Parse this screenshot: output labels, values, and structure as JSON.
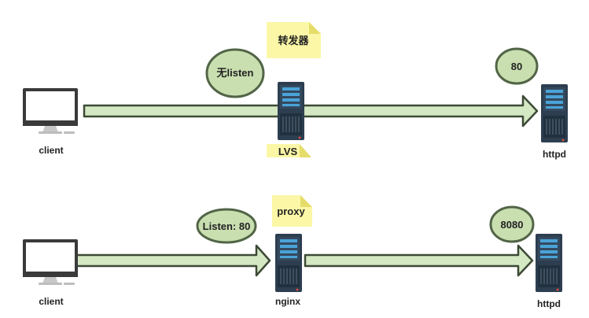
{
  "colors": {
    "arrow_fill": "#d5e8c4",
    "arrow_stroke": "#3d4a36",
    "bubble_fill": "#c9dfb0",
    "bubble_stroke": "#526547",
    "note_fill": "#fbf7a6",
    "server_body": "#2d3e50",
    "server_slot": "#4aa3d8",
    "monitor_frame": "#3a3a3a",
    "monitor_stand": "#c8c8c8"
  },
  "icons": {
    "client": "computer-monitor-icon",
    "server": "server-rack-icon"
  },
  "top_row": {
    "client_label": "client",
    "bubble_no_listen": "无listen",
    "note_forwarder": "转发器",
    "lvs_label": "LVS",
    "bubble_port": "80",
    "server_label": "httpd"
  },
  "bottom_row": {
    "client_label": "client",
    "bubble_listen": "Listen: 80",
    "note_proxy": "proxy",
    "nginx_label": "nginx",
    "bubble_port": "8080",
    "server_label": "httpd"
  }
}
